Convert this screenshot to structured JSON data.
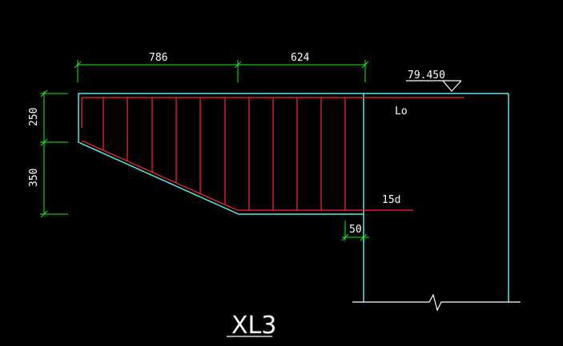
{
  "colors": {
    "background": "#000000",
    "concrete": "#5ee6f0",
    "rebar": "#ff2a2a",
    "dimension": "#22ee22",
    "text": "#ffffff",
    "ground": "#ffffff"
  },
  "dimensions": {
    "top_left": "786",
    "top_right": "624",
    "side_upper": "250",
    "side_lower": "350",
    "bottom_offset": "50"
  },
  "annotations": {
    "elevation": "79.450",
    "anchorage": "Lo",
    "hook_length": "15d"
  },
  "title": "XL3"
}
